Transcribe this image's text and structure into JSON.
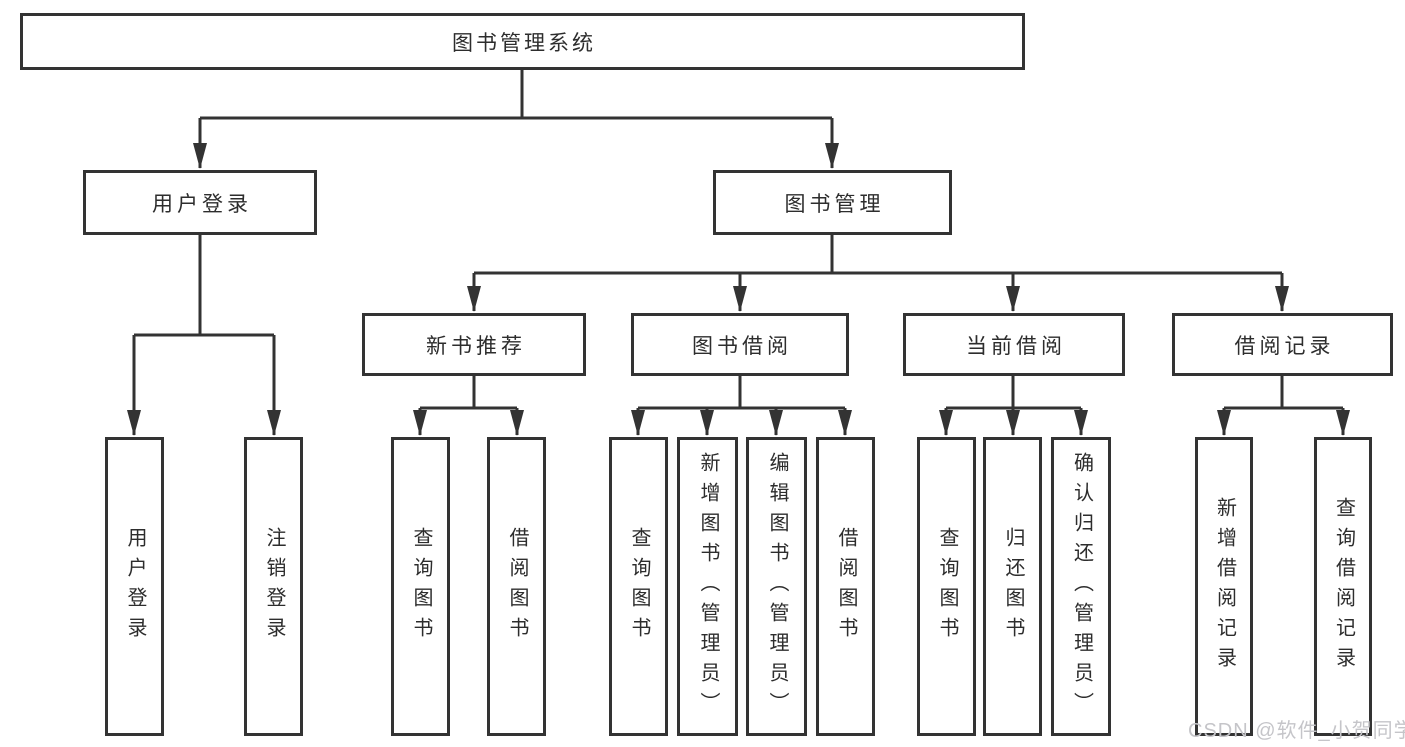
{
  "colors": {
    "line": "#333333",
    "box_border": "#333333",
    "text": "#2d2d2d",
    "watermark": "#c5c5c9",
    "background": "#ffffff"
  },
  "root": {
    "label": "图书管理系统"
  },
  "level2": [
    {
      "label": "用户登录"
    },
    {
      "label": "图书管理"
    }
  ],
  "level3": [
    {
      "label": "新书推荐"
    },
    {
      "label": "图书借阅"
    },
    {
      "label": "当前借阅"
    },
    {
      "label": "借阅记录"
    }
  ],
  "leaves": [
    {
      "label": "用户登录"
    },
    {
      "label": "注销登录"
    },
    {
      "label": "查询图书"
    },
    {
      "label": "借阅图书"
    },
    {
      "label": "查询图书"
    },
    {
      "label": "新增图书（管理员）"
    },
    {
      "label": "编辑图书（管理员）"
    },
    {
      "label": "借阅图书"
    },
    {
      "label": "查询图书"
    },
    {
      "label": "归还图书"
    },
    {
      "label": "确认归还（管理员）"
    },
    {
      "label": "新增借阅记录"
    },
    {
      "label": "查询借阅记录"
    }
  ],
  "watermark": {
    "text": "CSDN @软件_小贺同学"
  }
}
